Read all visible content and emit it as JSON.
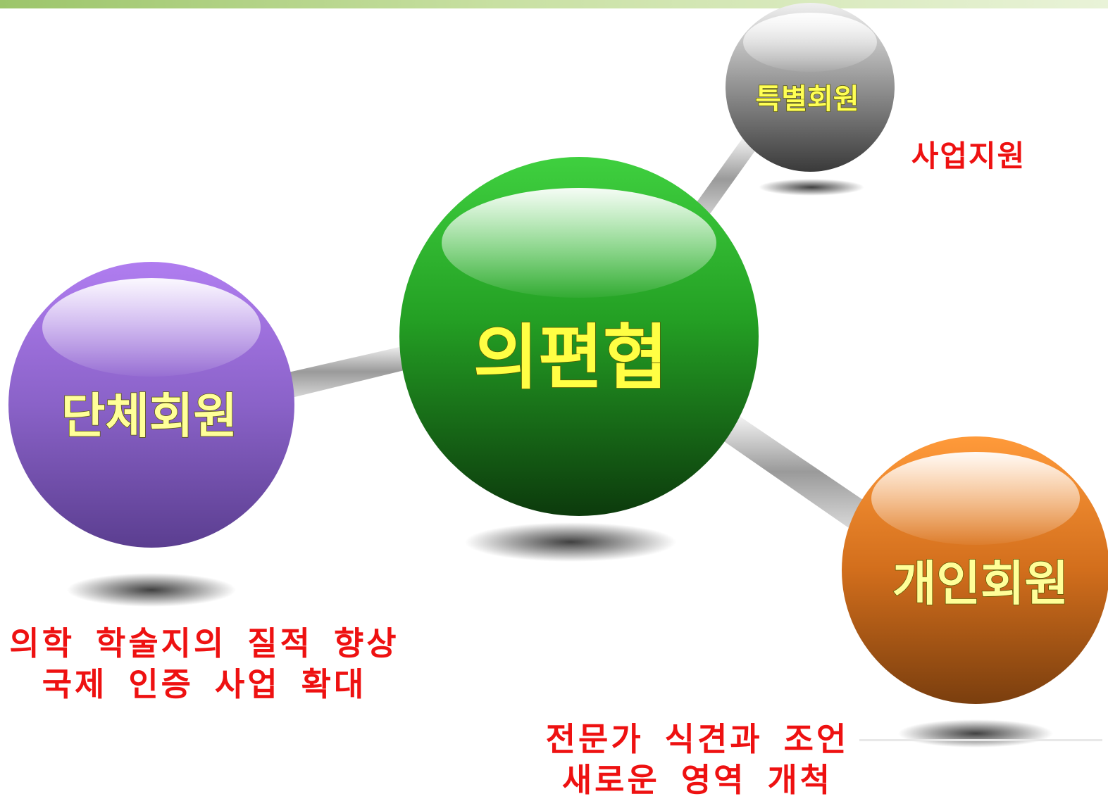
{
  "nodes": {
    "center": {
      "label": "의편협",
      "color": "#2ab82a"
    },
    "special": {
      "label": "특별회원",
      "color": "#777777"
    },
    "group": {
      "label": "단체회원",
      "color": "#8e66d0"
    },
    "individual": {
      "label": "개인회원",
      "color": "#e07a20"
    }
  },
  "captions": {
    "special": [
      "사업지원"
    ],
    "group": [
      "의학 학술지의 질적 향상",
      "국제 인증 사업 확대"
    ],
    "individual": [
      "전문가 식견과 조언",
      "새로운 영역 개척"
    ]
  },
  "colors": {
    "label_text": "#ffff66",
    "caption_text": "#ee1111",
    "top_bar": "#9cc56a"
  }
}
